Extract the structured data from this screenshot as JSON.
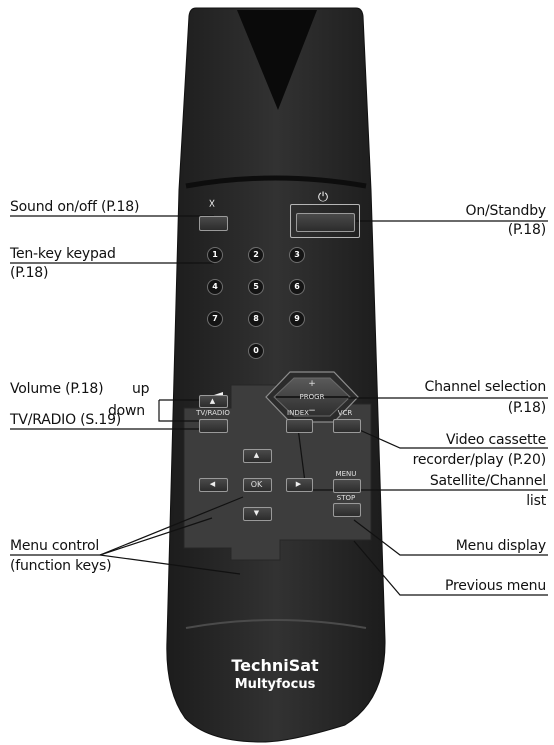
{
  "callouts": {
    "sound": "Sound on/off (P.18)",
    "on_standby": "On/Standby",
    "on_standby_ref": "(P.18)",
    "tenkey": "Ten-key keypad",
    "tenkey_ref": "(P.18)",
    "volume": "Volume (P.18)",
    "volume_up": "up",
    "volume_down": "down",
    "channel": "Channel selection",
    "channel_ref": "(P.18)",
    "tvradio": "TV/RADIO (S.19)",
    "vcr_line1": "Video cassette",
    "vcr_line2": "recorder/play (P.20)",
    "satellite_line1": "Satellite/Channel",
    "satellite_line2": "list",
    "menu_control_line1": "Menu control",
    "menu_control_line2": "(function keys)",
    "menu_display": "Menu display",
    "previous_menu": "Previous menu"
  },
  "remote": {
    "keypad_digits": [
      "1",
      "2",
      "3",
      "4",
      "5",
      "6",
      "7",
      "8",
      "9",
      "0"
    ],
    "tvradio_key": "TV/RADIO",
    "index_key": "INDEX",
    "vcr_key": "VCR",
    "progr_label": "PROGR",
    "progr_plus": "+",
    "progr_minus": "−",
    "ok_key": "OK",
    "menu_key": "MENU",
    "stop_key": "STOP",
    "brand": "TechniSat",
    "model": "Multyfocus"
  },
  "icons": {
    "mute": "speaker-mute-icon",
    "power": "power-icon",
    "up": "triangle-up-icon",
    "down": "triangle-down-icon",
    "left": "triangle-left-icon",
    "right": "triangle-right-icon"
  },
  "colors": {
    "body": "#2a2a2a",
    "keys": "#3a3a3a",
    "text": "#111111"
  }
}
